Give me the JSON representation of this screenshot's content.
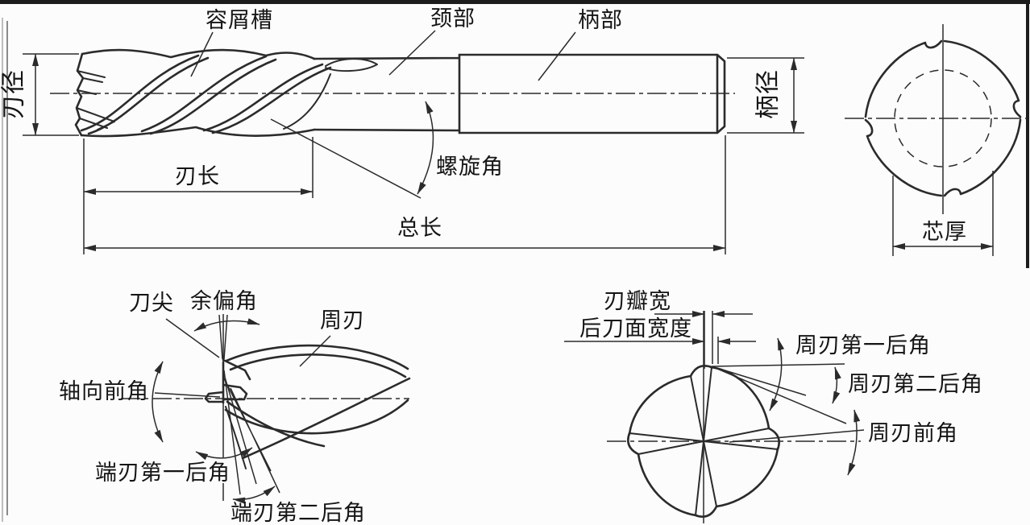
{
  "figure": {
    "colors": {
      "line": "#2b2b2b",
      "background": "#fcfcfc",
      "text": "#151515"
    },
    "side_view": {
      "chip_flute_label": "容屑槽",
      "neck_label": "颈部",
      "shank_label": "柄部",
      "edge_diameter_label": "刃径",
      "shank_diameter_label": "柄径",
      "helix_angle_label": "螺旋角",
      "edge_length_label": "刃长",
      "overall_length_label": "总长"
    },
    "end_view": {
      "core_thickness_label": "芯厚"
    },
    "tip_detail_view": {
      "tool_tip_label": "刀尖",
      "minor_offset_angle_label": "余偏角",
      "peripheral_edge_label": "周刃",
      "axial_rake_angle_label": "轴向前角",
      "end_edge_first_relief_angle_label": "端刃第一后角",
      "end_edge_second_relief_angle_label": "端刃第二后角"
    },
    "peripheral_edge_section_view": {
      "land_width_label": "刃瓣宽",
      "flank_face_width_label": "后刀面宽度",
      "peripheral_first_relief_angle_label": "周刃第一后角",
      "peripheral_second_relief_angle_label": "周刃第二后角",
      "peripheral_rake_angle_label": "周刃前角"
    }
  }
}
